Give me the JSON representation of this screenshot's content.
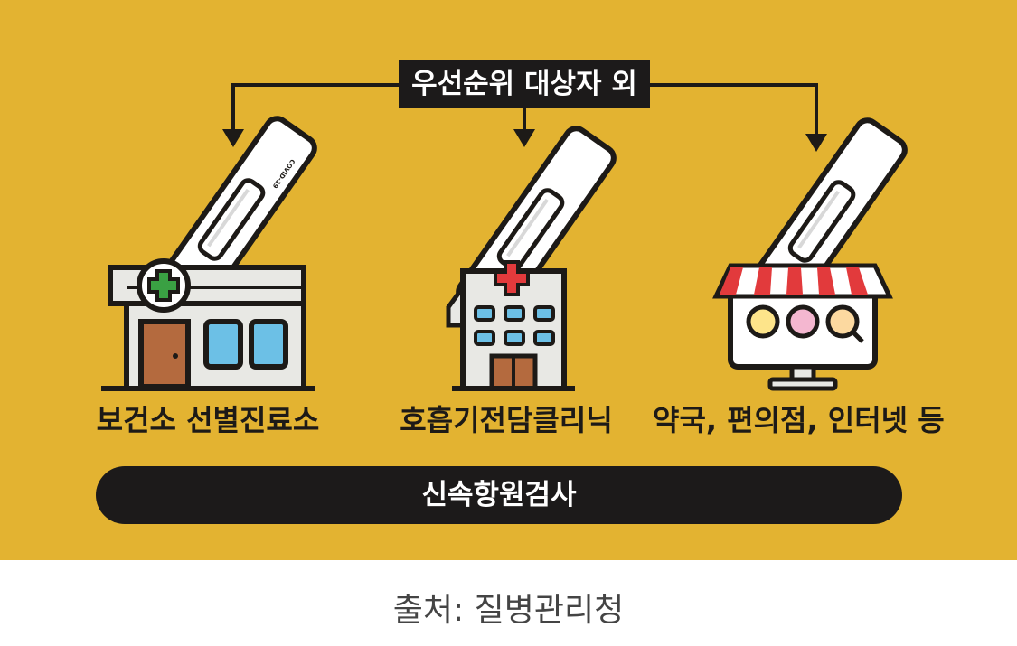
{
  "diagram": {
    "top_label": "우선순위 대상자 외",
    "destinations": [
      {
        "label": "보건소 선별진료소",
        "icon": "public-health-center-icon"
      },
      {
        "label": "호흡기전담클리닉",
        "icon": "hospital-icon"
      },
      {
        "label": "약국, 편의점, 인터넷 등",
        "icon": "online-store-icon"
      }
    ],
    "test_kit_text": "COVID-19",
    "bottom_label": "신속항원검사",
    "background_color": "#e3b331",
    "dark_color": "#1c1a1a"
  },
  "caption": "출처: 질병관리청"
}
